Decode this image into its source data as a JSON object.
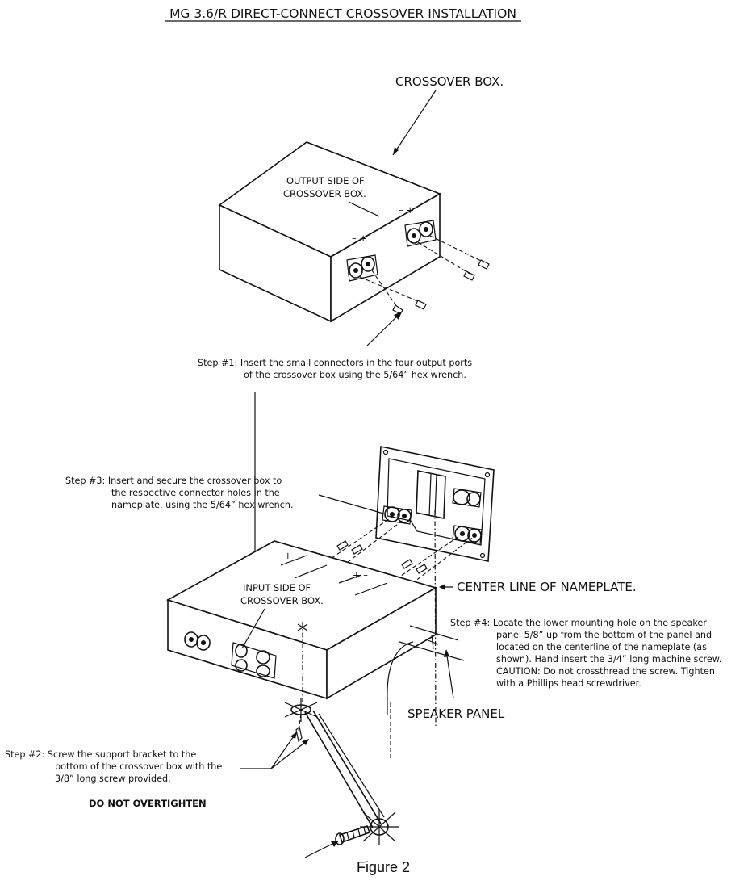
{
  "title": "MG 3.6/R DIRECT-CONNECT CROSSOVER INSTALLATION",
  "labels": {
    "crossover_box": "CROSSOVER BOX.",
    "output_side_1": "OUTPUT SIDE OF",
    "output_side_2": "CROSSOVER BOX.",
    "input_side_1": "INPUT SIDE OF",
    "input_side_2": "CROSSOVER BOX.",
    "center_line": "CENTER LINE OF NAMEPLATE.",
    "speaker_panel": "SPEAKER PANEL",
    "polarity_1": "– +",
    "polarity_2": "– +",
    "polarity_3": "+ –",
    "polarity_4": "+ –"
  },
  "steps": {
    "step1": {
      "lines": [
        "Step #1:  Insert the small connectors in the four output ports",
        "of the crossover box using the 5/64” hex wrench."
      ]
    },
    "step2": {
      "lines": [
        "Step #2:  Screw the support bracket to the",
        "bottom of the crossover box with the",
        "3/8” long screw provided."
      ]
    },
    "step3": {
      "lines": [
        "Step #3:  Insert and secure the crossover box to",
        "the respective connector holes in the",
        "nameplate, using the 5/64” hex wrench."
      ]
    },
    "step4": {
      "lines": [
        "Step #4:  Locate the lower mounting hole on the speaker",
        "panel 5/8” up from the bottom of the panel and",
        "located on the centerline of the nameplate (as",
        "shown).  Hand insert the 3/4” long machine screw.",
        "CAUTION: Do not crossthread the screw.  Tighten",
        "with a Phillips head screwdriver."
      ]
    }
  },
  "warning": "DO NOT OVERTIGHTEN",
  "caption": "Figure 2"
}
